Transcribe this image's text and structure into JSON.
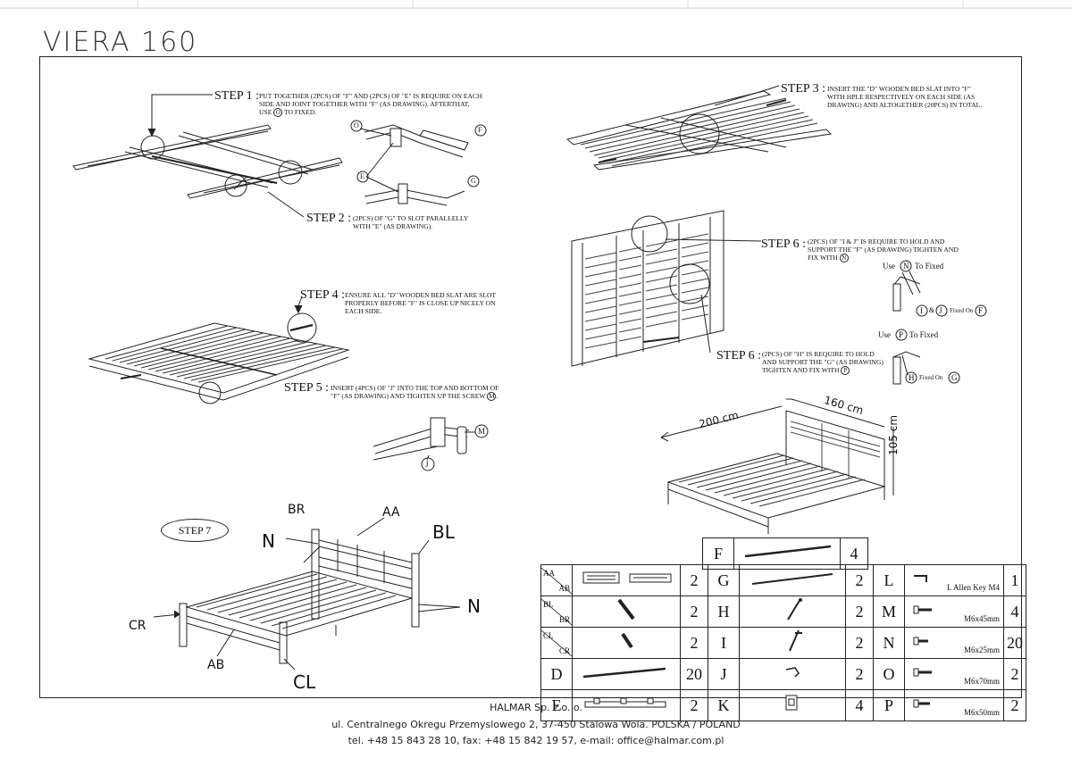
{
  "title": "VIERA  160",
  "steps": {
    "step1": {
      "label": "STEP 1 :",
      "text": "PUT TOGETHER (2pcs) OF \"F\" AND  (2pcs) OF \"E\" IS REQUIRE ON EACH SIDE AND JOINT TOGETHER WITH \"F\" (AS DRAWING). AFTERTHAT, USE",
      "suffix": "TO FIXED."
    },
    "step2": {
      "label": "STEP 2 :",
      "text": "(2pcs) OF \"G\" TO SLOT PARALLELLY WITH \"E\" (AS DRAWING)."
    },
    "step3": {
      "label": "STEP 3 :",
      "text": "INSERT THE \"D\" WOODEN BED SLAT INTO \"F\" WITH HPLE RESPECTIVELY ON EACH SIDE (AS DRAWING) AND ALTOGETHER (20PCS) IN TOTAL."
    },
    "step4": {
      "label": "STEP 4 :",
      "text": "ENSURE ALL \"D\" WOODEN BED SLAT ARE SLOT PROPERLY BEFORE \"F\" IS CLOSE UP NICELY ON EACH SIDE."
    },
    "step5": {
      "label": "STEP 5 :",
      "text": "INSERT (4pcs) OF \"J\" INTO THE TOP AND BOTTOM OF \"F\" (AS DRAWING) AND TIGHTEN UP THE SCREW"
    },
    "step6a": {
      "label": "STEP 6 :",
      "text": "(2pcs) OF \"I & J\" IS REQUIRE TO HOLD AND SUPPORT THE \"F\" (AS DRAWING) TIGHTEN AND FIX WITH"
    },
    "step6b": {
      "label": "STEP 6 :",
      "text": "(2pcs) OF \"H\" IS REQUIRE TO HOLD AND SUPPORT THE \"G\" (AS DRAWING) TIGHTEN AND FIX WITH"
    },
    "step7": {
      "label": "STEP 7"
    }
  },
  "detail_notes": {
    "use_n": "Use",
    "use_n_suffix": "To Fixed",
    "fixed_on_f": "Fixed On",
    "use_p": "Use",
    "use_p_suffix": "To Fixed",
    "fixed_on_g": "Fixed On",
    "amp": "&"
  },
  "circle_letters": {
    "o": "O",
    "f": "F",
    "e": "E",
    "g": "G",
    "m": "M",
    "j": "J",
    "n": "N",
    "i": "I",
    "p": "P",
    "h": "H"
  },
  "dimensions": {
    "length": "200  cm",
    "width": "160  cm",
    "height": "105  cm"
  },
  "callouts": {
    "br": "BR",
    "aa": "AA",
    "bl": "BL",
    "n1": "N",
    "n2": "N",
    "cr": "CR",
    "ab": "AB",
    "cl": "CL"
  },
  "parts_table": {
    "top": {
      "letter": "F",
      "qty": "4"
    },
    "rows": [
      {
        "a": {
          "t1": "AA",
          "t2": "AB",
          "qty": "2"
        },
        "b": {
          "letter": "G",
          "qty": "2"
        },
        "c": {
          "letter": "L",
          "spec": "L Allen Key M4",
          "qty": "1"
        }
      },
      {
        "a": {
          "t1": "BL",
          "t2": "BR",
          "qty": "2"
        },
        "b": {
          "letter": "H",
          "qty": "2"
        },
        "c": {
          "letter": "M",
          "spec": "M6x45mm",
          "qty": "4"
        }
      },
      {
        "a": {
          "t1": "CL",
          "t2": "CR",
          "qty": "2"
        },
        "b": {
          "letter": "I",
          "qty": "2"
        },
        "c": {
          "letter": "N",
          "spec": "M6x25mm",
          "qty": "20"
        }
      },
      {
        "a": {
          "single": "D",
          "qty": "20"
        },
        "b": {
          "letter": "J",
          "qty": "2"
        },
        "c": {
          "letter": "O",
          "spec": "M6x70mm",
          "qty": "2"
        }
      },
      {
        "a": {
          "single": "E",
          "qty": "2"
        },
        "b": {
          "letter": "K",
          "qty": "4"
        },
        "c": {
          "letter": "P",
          "spec": "M6x50mm",
          "qty": "2"
        }
      }
    ]
  },
  "footer": {
    "company": "HALMAR Sp. z o. o.",
    "address": "ul. Centralnego Okregu Przemyslowego 2, 37-450 Stalowa Wola. POLSKA / POLAND",
    "contact": "tel. +48 15 843 28 10, fax: +48 15 842 19 57, e-mail: office@halmar.com.pl"
  }
}
